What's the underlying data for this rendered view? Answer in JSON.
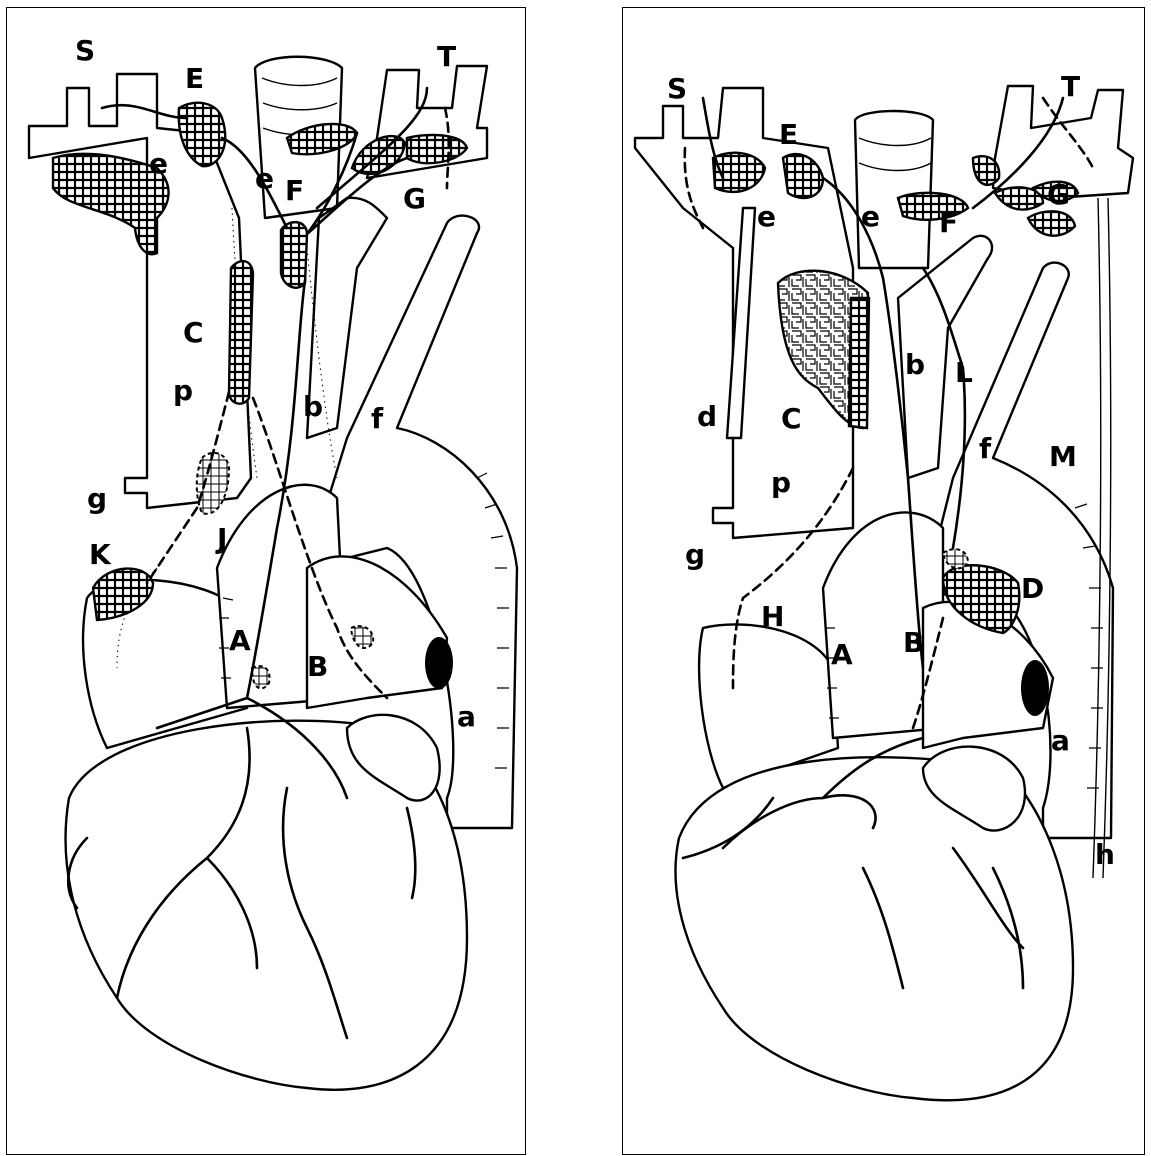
{
  "figure": {
    "left": {
      "labels": {
        "S": "S",
        "T": "T",
        "E": "E",
        "e1": "e",
        "e2": "e",
        "F": "F",
        "G": "G",
        "C": "C",
        "p": "p",
        "b": "b",
        "f": "f",
        "g": "g",
        "J": "J",
        "K": "K",
        "A": "A",
        "B": "B",
        "a": "a"
      }
    },
    "right": {
      "labels": {
        "S": "S",
        "T": "T",
        "E": "E",
        "e1": "e",
        "e2": "e",
        "F": "F",
        "G": "G",
        "d": "d",
        "C": "C",
        "b": "b",
        "L": "L",
        "f": "f",
        "M": "M",
        "p": "p",
        "g": "g",
        "H": "H",
        "A": "A",
        "B": "B",
        "D": "D",
        "a": "a",
        "h": "h"
      }
    }
  }
}
